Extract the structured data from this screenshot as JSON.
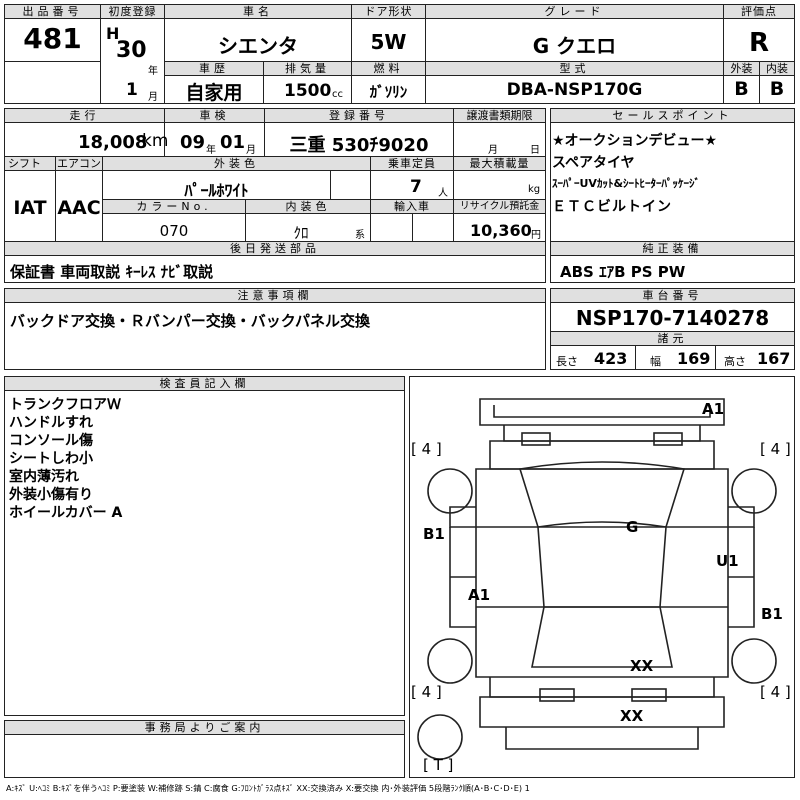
{
  "top": {
    "lot_no_label": "出品番号",
    "lot_no": "481",
    "first_reg_label": "初度登録",
    "era": "H",
    "year": "30",
    "year_unit": "年",
    "month": "1",
    "month_unit": "月",
    "car_name_label": "車名",
    "car_name": "シエンタ",
    "door_label": "ドア形状",
    "door": "5W",
    "grade_label": "グレード",
    "grade": "G クエロ",
    "score_label": "評価点",
    "score": "R",
    "history_label": "車歴",
    "history": "自家用",
    "displacement_label": "排気量",
    "displacement": "1500",
    "displacement_unit": "cc",
    "fuel_label": "燃料",
    "fuel": "ｶﾞｿﾘﾝ",
    "model_label": "型式",
    "model": "DBA-NSP170G",
    "ext_label": "外装",
    "ext_score": "B",
    "int_label": "内装",
    "int_score": "B"
  },
  "mid": {
    "mileage_label": "走行",
    "mileage": "18,008",
    "mileage_unit": "km",
    "inspection_label": "車検",
    "insp_year": "09",
    "insp_year_unit": "年",
    "insp_month": "01",
    "insp_month_unit": "月",
    "plate_label": "登録番号",
    "plate": "三重 530ﾁ9020",
    "transfer_label": "譲渡書類期限",
    "transfer_month_unit": "月",
    "transfer_day_unit": "日",
    "shift_label": "シフト",
    "shift": "IAT",
    "aircon_label": "エアコン",
    "aircon": "AAC",
    "exterior_color_label": "外装色",
    "exterior_color": "ﾊﾟｰﾙﾎﾜｲﾄ",
    "capacity_label": "乗車定員",
    "capacity": "7",
    "capacity_unit": "人",
    "max_load_label": "最大積載量",
    "max_load_unit": "kg",
    "color_no_label": "カラーNo.",
    "color_no": "070",
    "interior_color_label": "内装色",
    "interior_color": "ｸﾛ",
    "interior_color_unit": "系",
    "import_label": "輸入車",
    "recycle_label": "リサイクル預託金",
    "recycle": "10,360",
    "recycle_unit": "円"
  },
  "selling_points": {
    "label": "セールスポイント",
    "lines": [
      "★オークションデビュー★",
      "スペアタイヤ",
      "ｽｰﾊﾟｰUVｶｯﾄ&ｼｰﾄﾋｰﾀｰﾊﾟｯｹｰｼﾞ",
      "ＥＴＣビルトイン"
    ]
  },
  "later_items": {
    "label": "後日発送部品",
    "text": "保証書 車両取説 ｷｰﾚｽ ﾅﾋﾞ取説"
  },
  "equipment": {
    "label": "純正装備",
    "text": "ABS ｴｱB PS PW"
  },
  "notes": {
    "label": "注意事項欄",
    "text": "バックドア交換・Ｒバンパー交換・バックパネル交換"
  },
  "chassis": {
    "label": "車台番号",
    "number": "NSP170-7140278",
    "dims_label": "諸元",
    "length_label": "長さ",
    "length": "423",
    "width_label": "幅",
    "width": "169",
    "height_label": "高さ",
    "height": "167"
  },
  "inspector": {
    "label": "検査員記入欄",
    "lines": [
      "トランクフロアＷ",
      "ハンドルすれ",
      "コンソール傷",
      "シートしわ小",
      "室内薄汚れ",
      "外装小傷有り",
      "ホイールカバー A"
    ]
  },
  "office": {
    "label": "事務局よりご案内"
  },
  "diagram_marks": {
    "a1_front": "A1",
    "g_center": "G",
    "b1_left": "B1",
    "u1_right": "U1",
    "a1_left": "A1",
    "b1_right": "B1",
    "xx_rear": "XX",
    "xx_bottom": "XX",
    "tire_fl": "[ 4 ]",
    "tire_fr": "[ 4 ]",
    "tire_rl": "[ 4 ]",
    "tire_rr": "[ 4 ]",
    "spare": "[ T ]"
  },
  "legend": "A:ｷｽﾞ U:ﾍｺﾐ B:ｷｽﾞを伴うﾍｺﾐ P:要塗装 W:補修跡 S:錆 C:腐食 G:ﾌﾛﾝﾄｶﾞﾗｽ点ｷｽﾞ XX:交換済み X:要交換 内･外装評価 5段階ﾗﾝｸ順(A･B･C･D･E) 1"
}
